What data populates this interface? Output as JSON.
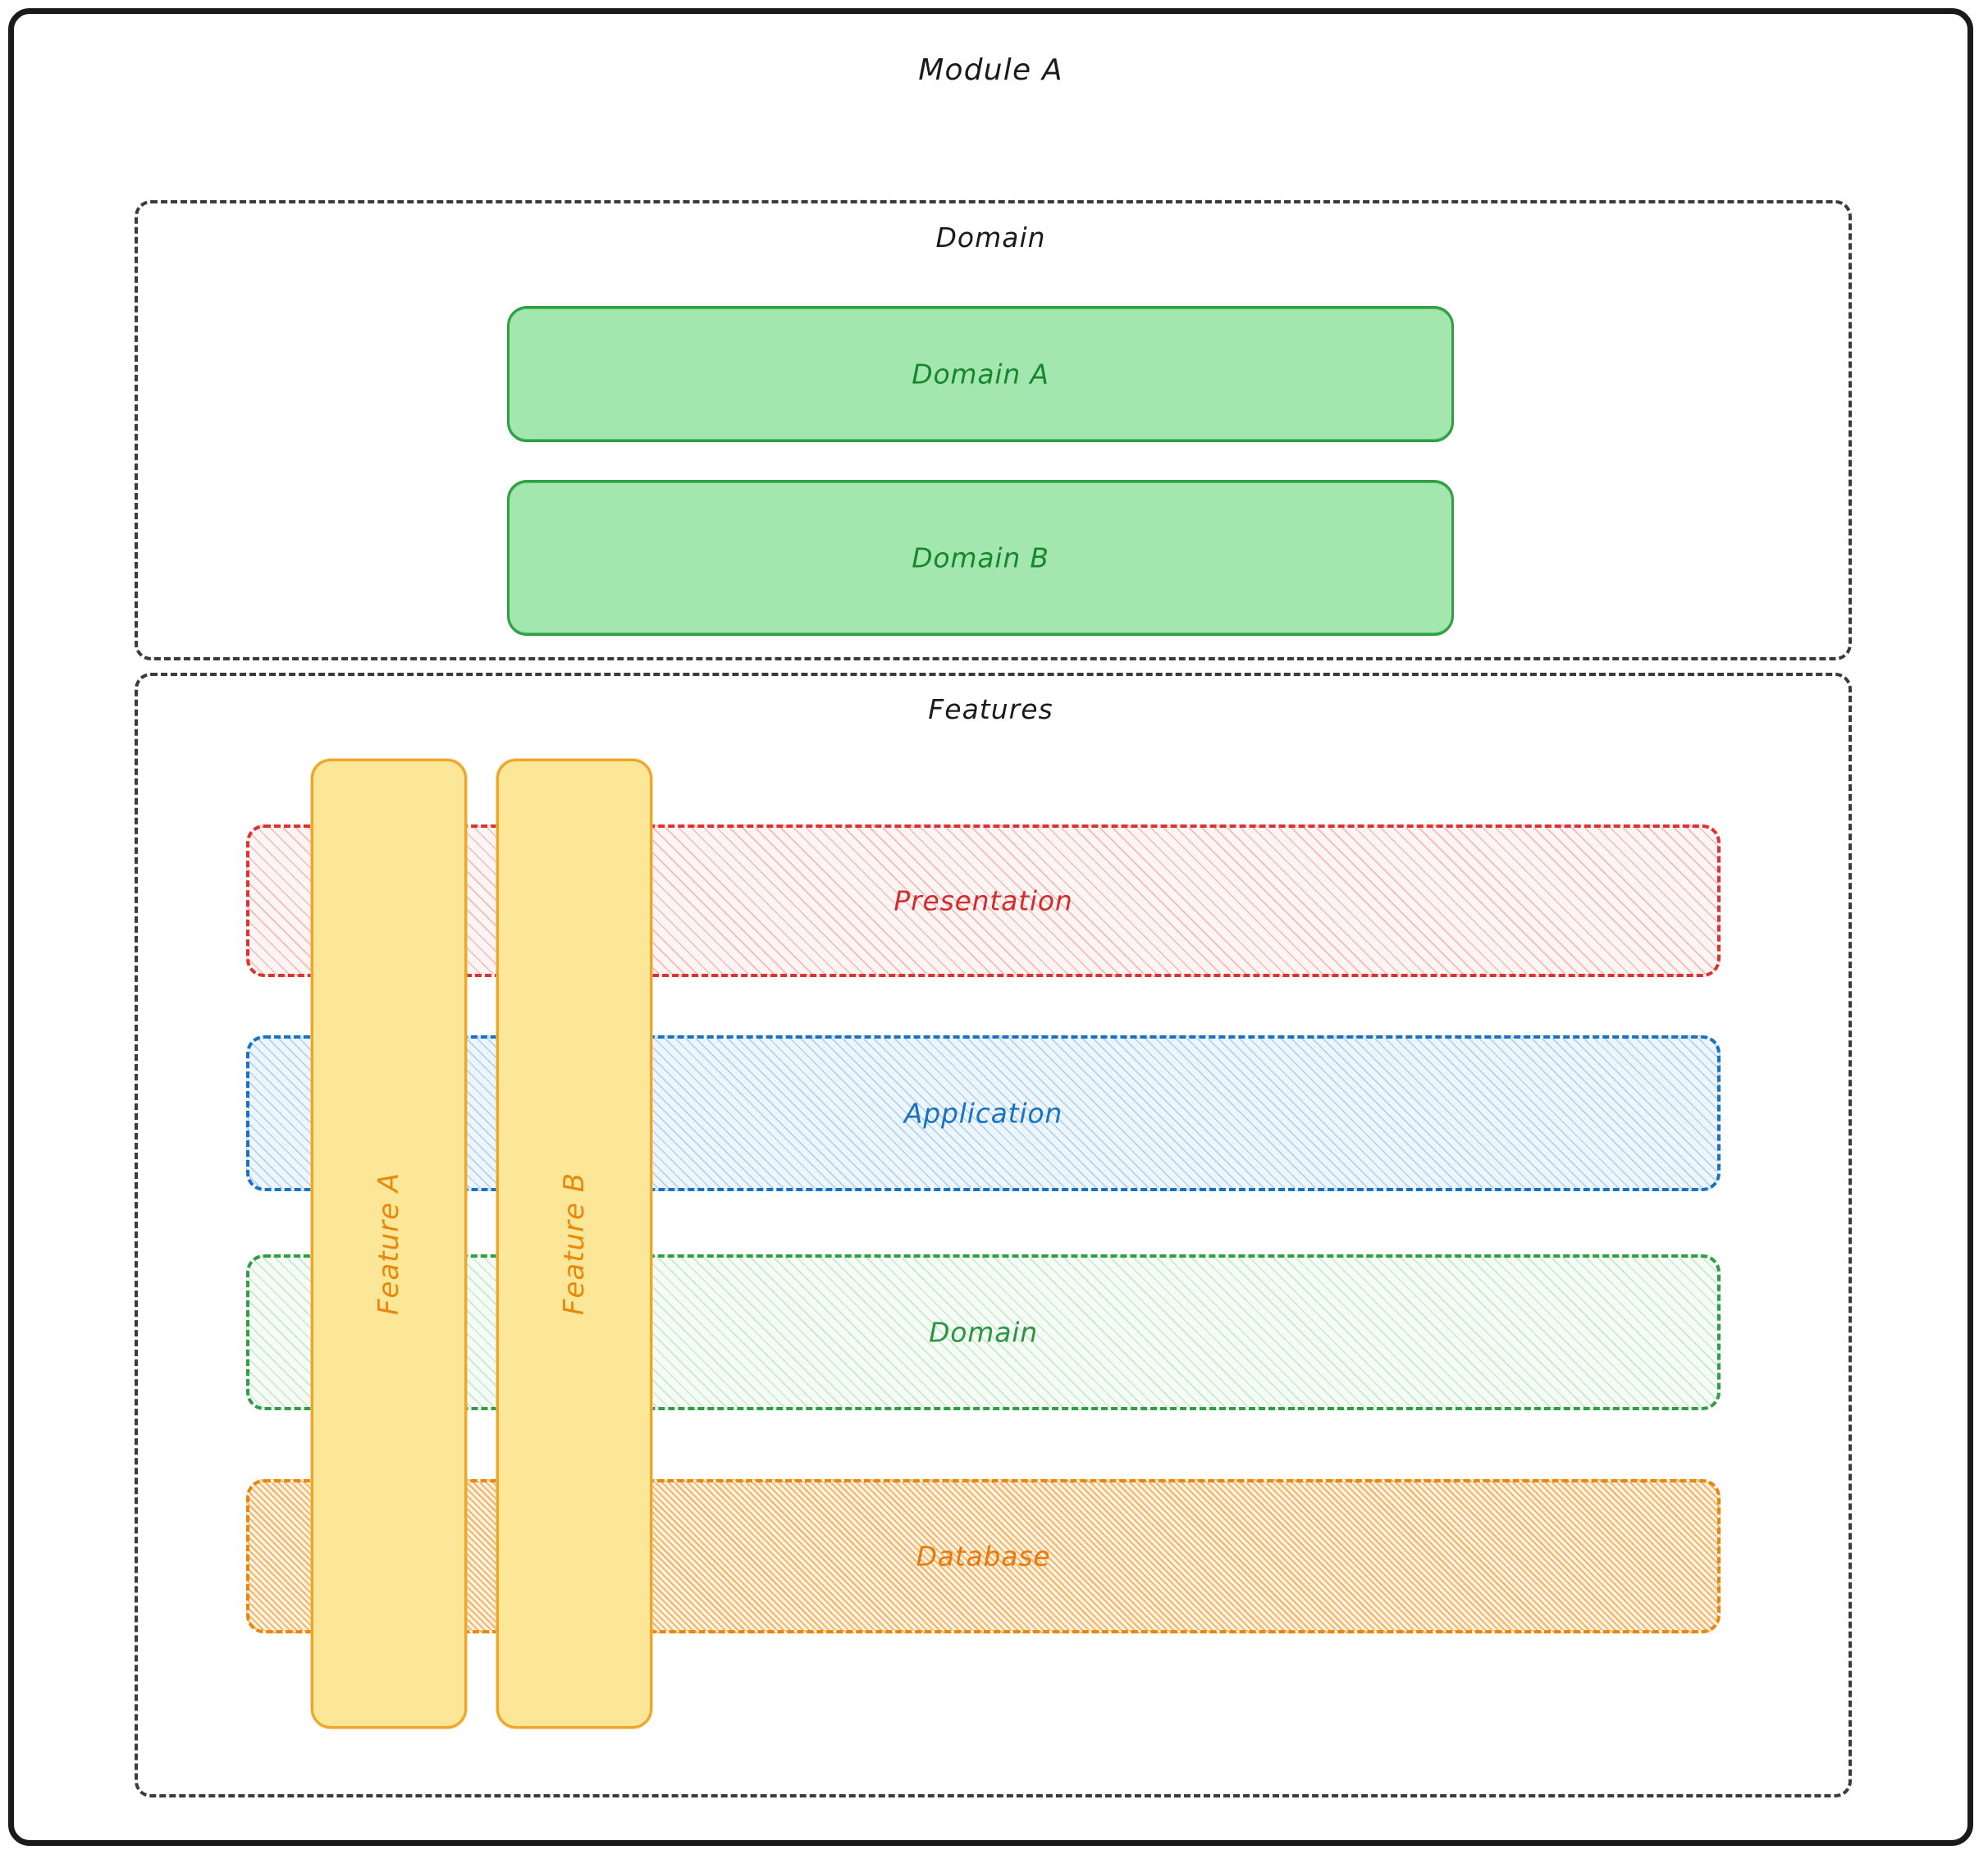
{
  "module": {
    "title": "Module A"
  },
  "groups": {
    "domain": {
      "title": "Domain",
      "boxes": [
        {
          "label": "Domain A",
          "color": "#a3e7ae",
          "border": "#2f9e44",
          "text_color": "#17862f"
        },
        {
          "label": "Domain B",
          "color": "#a3e7ae",
          "border": "#2f9e44",
          "text_color": "#17862f"
        }
      ]
    },
    "features": {
      "title": "Features",
      "layers": [
        {
          "label": "Presentation",
          "accent": "#e03131",
          "fill": "#fdf4f4",
          "style": "dashed-hatched"
        },
        {
          "label": "Application",
          "accent": "#1971c2",
          "fill": "#eef6fd",
          "style": "dashed-hatched"
        },
        {
          "label": "Domain",
          "accent": "#2f9e44",
          "fill": "#f4fcf5",
          "style": "dashed-hatched"
        },
        {
          "label": "Database",
          "accent": "#e8870c",
          "fill": "#fdf3e4",
          "style": "dashed-hatched"
        }
      ],
      "columns": [
        {
          "label": "Feature A",
          "fill": "#fce697",
          "border": "#eda52a",
          "text_color": "#e8890c"
        },
        {
          "label": "Feature B",
          "fill": "#fce697",
          "border": "#eda52a",
          "text_color": "#e8890c"
        }
      ]
    }
  },
  "colors": {
    "frame_border": "#1a1a1a",
    "group_border": "#3b3b3b",
    "background": "#ffffff"
  }
}
